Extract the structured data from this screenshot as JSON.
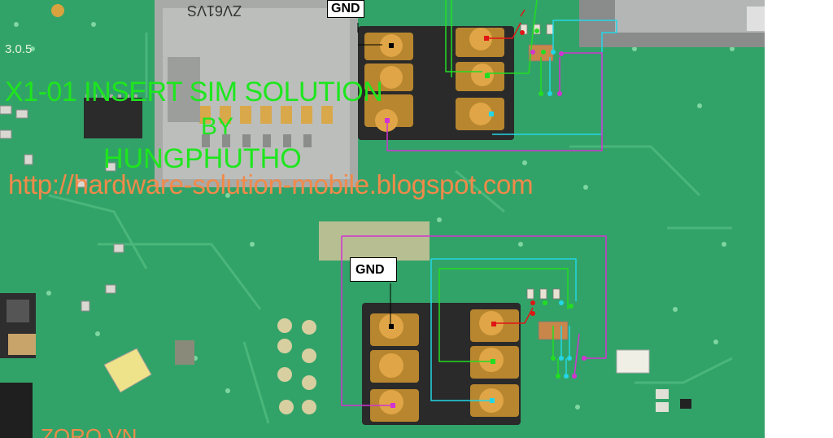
{
  "overlay": {
    "title": "X1-01 INSERT SIM SOLUTION",
    "by": "BY",
    "author": "HUNGPHUTHO",
    "url": "http://hardware-solution-mobile.blogspot.com",
    "footer": "ZORO VN"
  },
  "labels": {
    "gnd_top": "GND",
    "gnd_bottom": "GND"
  },
  "silkscreen": {
    "version": "3.0.5",
    "chip_mark": "ZV61VS"
  },
  "colors": {
    "board": "#2fa266",
    "title_text": "#1ee61e",
    "url_text": "#f08a4a",
    "wire_red": "#e01515",
    "wire_green": "#22dd22",
    "wire_cyan": "#22d6e6",
    "wire_magenta": "#d233d2",
    "pad_gold": "#c8903c"
  }
}
